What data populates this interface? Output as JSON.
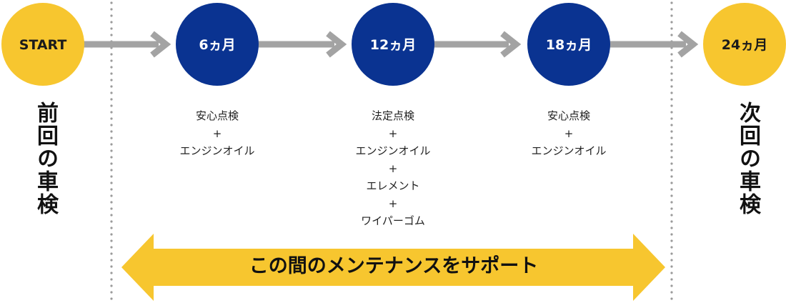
{
  "colors": {
    "start_end_fill": "#f7c62f",
    "milestone_fill": "#0a3391",
    "connector": "#a3a3a3",
    "divider": "#9a9a9a",
    "banner_arrow": "#f7c62f"
  },
  "milestones": [
    {
      "label": "START",
      "style": "yellow"
    },
    {
      "label": "6ヵ月",
      "style": "navy"
    },
    {
      "label": "12ヵ月",
      "style": "navy"
    },
    {
      "label": "18ヵ月",
      "style": "navy"
    },
    {
      "label": "24ヵ月",
      "style": "yellow"
    }
  ],
  "side_labels": {
    "left": "前回の車検",
    "right": "次回の車検"
  },
  "services": {
    "m6": [
      "安心点検",
      "+",
      "エンジンオイル"
    ],
    "m12": [
      "法定点検",
      "+",
      "エンジンオイル",
      "+",
      "エレメント",
      "+",
      "ワイパーゴム"
    ],
    "m18": [
      "安心点検",
      "+",
      "エンジンオイル"
    ]
  },
  "banner": {
    "text": "この間のメンテナンスをサポート"
  }
}
